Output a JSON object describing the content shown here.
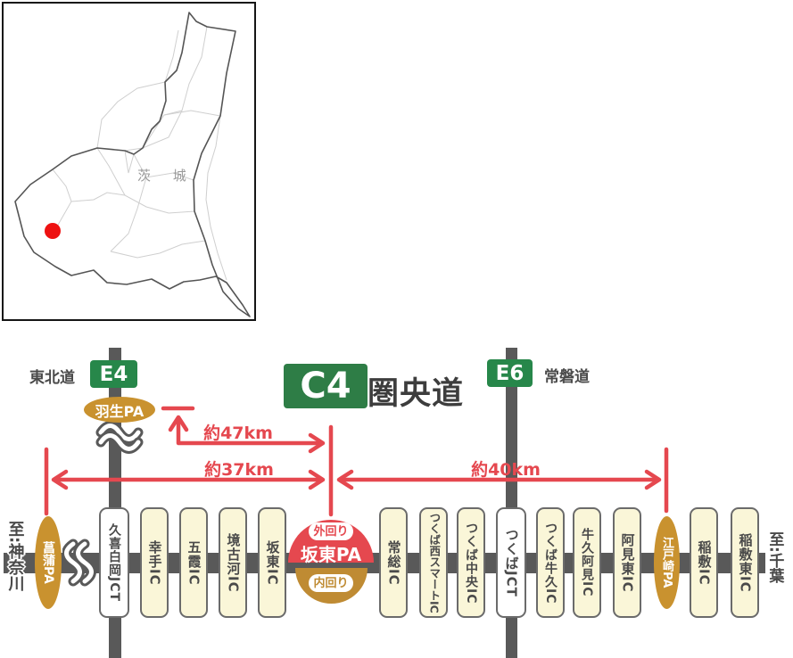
{
  "inset_map": {
    "prefecture_label": "茨 城",
    "marker_color": "#ee1111"
  },
  "header": {
    "tohoku_label": "東北道",
    "e4_badge": "E4",
    "c4_badge": "C4",
    "kenodo_title": "圏央道",
    "e6_badge": "E6",
    "joban_label": "常磐道"
  },
  "distances": {
    "hanyu_to_bando": "約47km",
    "shobu_to_bando": "約37km",
    "bando_to_edosaki": "約40km"
  },
  "endpoints": {
    "left": "至:神奈川",
    "right": "至:千葉"
  },
  "pa": {
    "hanyu": "羽生PA",
    "shobu": "菖蒲PA",
    "edosaki": "江戸崎PA",
    "bando": {
      "outer": "外回り",
      "name": "坂東PA",
      "inner": "内回り"
    }
  },
  "stations": [
    {
      "label": "久喜白岡JCT",
      "type": "jct"
    },
    {
      "label": "幸手IC",
      "type": "ic"
    },
    {
      "label": "五霞IC",
      "type": "ic"
    },
    {
      "label": "境古河IC",
      "type": "ic"
    },
    {
      "label": "坂東IC",
      "type": "ic"
    },
    {
      "label": "常総IC",
      "type": "ic"
    },
    {
      "label": "つくば西スマートIC",
      "type": "ic"
    },
    {
      "label": "つくば中央IC",
      "type": "ic"
    },
    {
      "label": "つくばJCT",
      "type": "jct"
    },
    {
      "label": "つくば牛久IC",
      "type": "ic"
    },
    {
      "label": "牛久阿見IC",
      "type": "ic"
    },
    {
      "label": "阿見東IC",
      "type": "ic"
    },
    {
      "label": "稲敷IC",
      "type": "ic"
    },
    {
      "label": "稲敷東IC",
      "type": "ic"
    }
  ],
  "colors": {
    "accent_red": "#e5484f",
    "road_gray": "#595959",
    "shield_green": "#2e7d46",
    "pa_orange": "#c9922f",
    "inner_loop_tan": "#bf8b33",
    "ic_cream": "#faf6d8"
  }
}
